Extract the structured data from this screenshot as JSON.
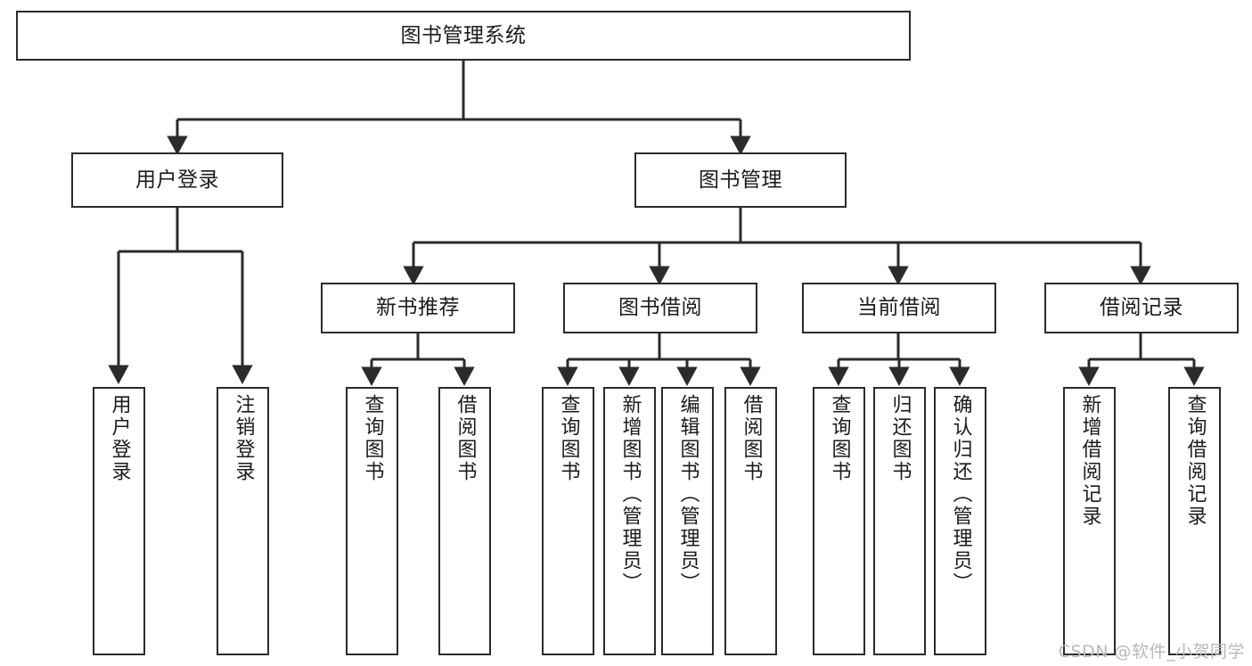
{
  "diagram": {
    "title": "图书管理系统",
    "type": "tree-hierarchy-diagram",
    "colors": {
      "border": "#2b2b2b",
      "background": "#ffffff",
      "text": "#1b1b1b",
      "edge": "#2b2b2b",
      "watermark": "#b9b9b9"
    },
    "root": {
      "label": "图书管理系统"
    },
    "level2": [
      {
        "label": "用户登录"
      },
      {
        "label": "图书管理"
      }
    ],
    "level3": [
      {
        "label": "新书推荐"
      },
      {
        "label": "图书借阅"
      },
      {
        "label": "当前借阅"
      },
      {
        "label": "借阅记录"
      }
    ],
    "leaves": {
      "user_login": [
        {
          "label": "用户登录"
        },
        {
          "label": "注销登录"
        }
      ],
      "new_book_recommend": [
        {
          "label": "查询图书"
        },
        {
          "label": "借阅图书"
        }
      ],
      "book_borrow": [
        {
          "label": "查询图书"
        },
        {
          "label": "新增图书（管理员）"
        },
        {
          "label": "编辑图书（管理员）"
        },
        {
          "label": "借阅图书"
        }
      ],
      "current_borrow": [
        {
          "label": "查询图书"
        },
        {
          "label": "归还图书"
        },
        {
          "label": "确认归还（管理员）"
        }
      ],
      "borrow_record": [
        {
          "label": "新增借阅记录"
        },
        {
          "label": "查询借阅记录"
        }
      ]
    }
  },
  "watermark": {
    "text": "CSDN @软件_小贺同学"
  }
}
